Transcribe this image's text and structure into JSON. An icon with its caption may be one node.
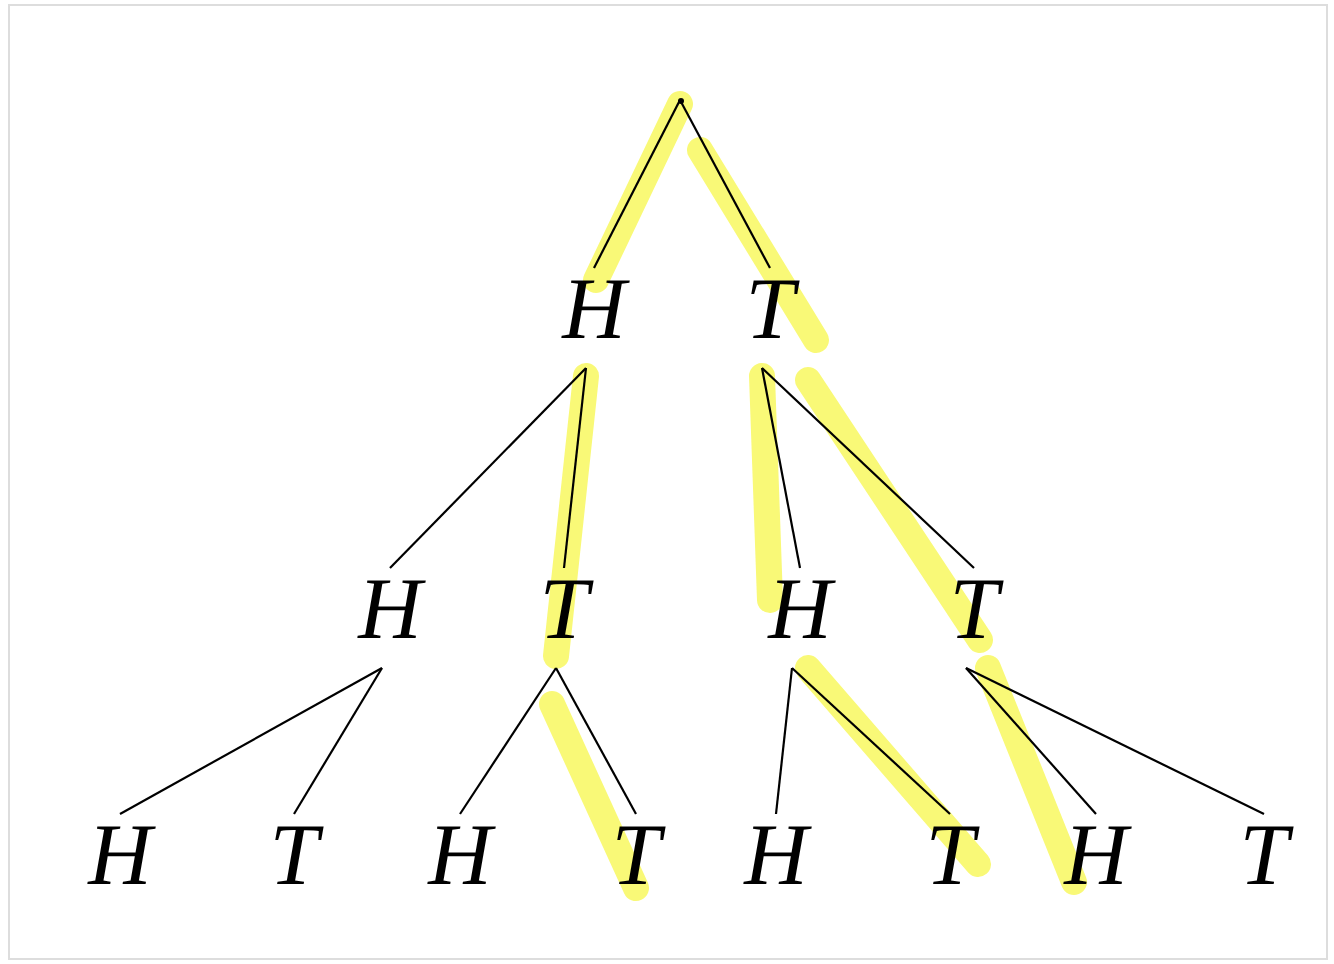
{
  "diagram": {
    "nodes": [
      {
        "text": [],
        "shape": "dot"
      },
      {
        "text": [
          "H"
        ]
      },
      {
        "text": [
          "T"
        ]
      },
      {
        "text": [
          "H"
        ]
      },
      {
        "text": [
          "T"
        ]
      },
      {
        "text": [
          "H"
        ]
      },
      {
        "text": [
          "T"
        ]
      },
      {
        "text": [
          "H"
        ]
      },
      {
        "text": [
          "T"
        ]
      },
      {
        "text": [
          "H"
        ]
      },
      {
        "text": [
          "T"
        ]
      },
      {
        "text": [
          "H"
        ]
      },
      {
        "text": [
          "T"
        ]
      },
      {
        "text": [
          "H"
        ]
      },
      {
        "text": [
          "T"
        ]
      }
    ],
    "edges": [
      {
        "from": 0,
        "to": 1,
        "arrow": "none"
      },
      {
        "from": 0,
        "to": 2,
        "arrow": "none"
      },
      {
        "from": 1,
        "to": 3,
        "arrow": "none"
      },
      {
        "from": 1,
        "to": 4,
        "arrow": "none"
      },
      {
        "from": 2,
        "to": 5,
        "arrow": "none"
      },
      {
        "from": 2,
        "to": 6,
        "arrow": "none"
      },
      {
        "from": 3,
        "to": 7,
        "arrow": "none"
      },
      {
        "from": 3,
        "to": 8,
        "arrow": "none"
      },
      {
        "from": 4,
        "to": 9,
        "arrow": "none"
      },
      {
        "from": 4,
        "to": 10,
        "arrow": "none"
      },
      {
        "from": 5,
        "to": 11,
        "arrow": "none"
      },
      {
        "from": 5,
        "to": 12,
        "arrow": "none"
      },
      {
        "from": 6,
        "to": 13,
        "arrow": "none"
      },
      {
        "from": 6,
        "to": 14,
        "arrow": "none"
      }
    ]
  }
}
